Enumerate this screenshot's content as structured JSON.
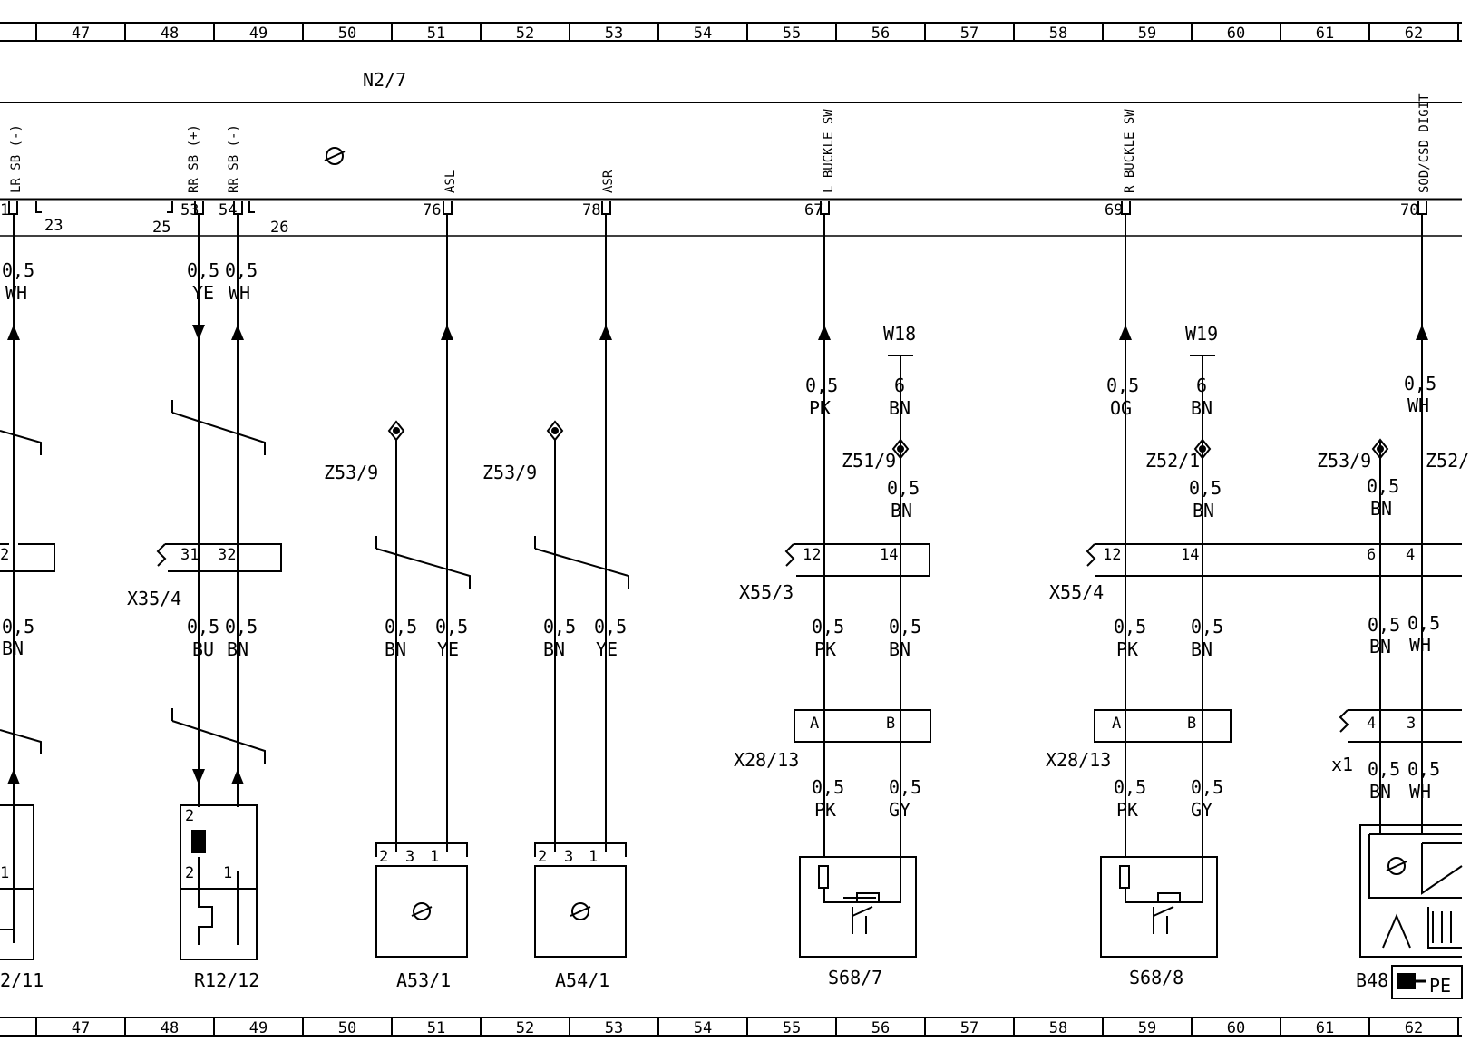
{
  "grid": {
    "labels": [
      "47",
      "48",
      "49",
      "50",
      "51",
      "52",
      "53",
      "54",
      "55",
      "56",
      "57",
      "58",
      "59",
      "60",
      "61",
      "62"
    ]
  },
  "module": {
    "title": "N2/7",
    "pin_labels": [
      "LR SB (-)",
      "RR SB (+)",
      "RR SB (-)",
      "ASL",
      "ASR",
      "L BUCKLE SW",
      "R BUCKLE SW",
      "SOD/CSD DIGIT"
    ],
    "pins": [
      "1",
      "23",
      "25",
      "53",
      "54",
      "26",
      "76",
      "78",
      "67",
      "69",
      "70"
    ]
  },
  "wires": {
    "gauge": "0,5",
    "gauge_large": "6",
    "colors": [
      "WH",
      "YE",
      "BU",
      "BN",
      "PK",
      "OG",
      "GY"
    ]
  },
  "grounds": [
    "W18",
    "W19"
  ],
  "splices": [
    "Z53/9",
    "Z53/9",
    "Z51/9",
    "Z52/1",
    "Z53/9",
    "Z52/"
  ],
  "connectors": {
    "x35": "X35/4",
    "x35_pins": [
      "2",
      "31",
      "32"
    ],
    "x55_3": "X55/3",
    "x55_4": "X55/4",
    "x55_pins": [
      "12",
      "14",
      "6",
      "4"
    ],
    "x28_a": "X28/13",
    "x28_b": "X28/13",
    "x28_pins": [
      "A",
      "B",
      "4",
      "3"
    ],
    "x1": "x1"
  },
  "components": {
    "left_partial": "2/11",
    "resistor": "R12/12",
    "a53": "A53/1",
    "a54": "A54/1",
    "s68_7": "S68/7",
    "s68_8": "S68/8",
    "b48": "B48",
    "ref_tag": "PE",
    "comp_pins": [
      "2",
      "3",
      "1"
    ]
  }
}
